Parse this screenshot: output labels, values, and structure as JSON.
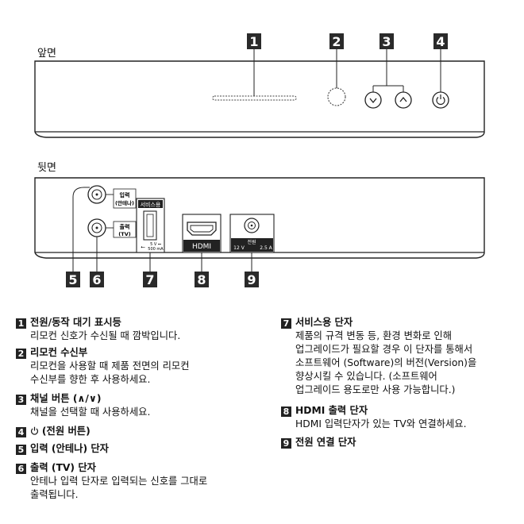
{
  "front_label": "앞면",
  "back_label": "뒷면",
  "callouts": [
    "1",
    "2",
    "3",
    "4",
    "5",
    "6",
    "7",
    "8",
    "9"
  ],
  "device_labels": {
    "input_main": "입력",
    "input_sub": "(안테나)",
    "output_main": "출력",
    "output_sub": "(TV)",
    "service": "서비스용",
    "usb_spec_line1": "5 V ⎓",
    "usb_spec_line2": "500 mA",
    "hdmi": "HDMI",
    "power_jack": "전원",
    "power_spec_left": "12 V",
    "power_spec_right": "2.5 A"
  },
  "legend": [
    {
      "num": "1",
      "title": "전원/동작 대기 표시등",
      "desc": [
        "리모컨 신호가 수신될 때 깜박입니다."
      ]
    },
    {
      "num": "2",
      "title": "리모컨 수신부",
      "desc": [
        "리모컨을 사용할 때 제품 전면의 리모컨",
        "수신부를 향한 후 사용하세요."
      ]
    },
    {
      "num": "3",
      "title": "채널 버튼 (∧/∨)",
      "desc": [
        "채널을 선택할 때 사용하세요."
      ]
    },
    {
      "num": "4",
      "title": "(전원 버튼)",
      "desc": []
    },
    {
      "num": "5",
      "title": "입력 (안테나) 단자",
      "desc": []
    },
    {
      "num": "6",
      "title": "출력 (TV) 단자",
      "desc": [
        "안테나 입력 단자로 입력되는 신호를 그대로",
        "출력됩니다."
      ]
    },
    {
      "num": "7",
      "title": "서비스용 단자",
      "desc": [
        "제품의 규격 변동 등, 환경 변화로 인해",
        "업그레이드가 필요할 경우 이 단자를 통해서",
        "소프트웨어 (Software)의 버전(Version)을",
        "향상시킬 수 있습니다. (소프트웨어",
        "업그레이드 용도로만 사용 가능합니다.)"
      ]
    },
    {
      "num": "8",
      "title": "HDMI 출력 단자",
      "desc": [
        "HDMI 입력단자가 있는 TV와 연결하세요."
      ]
    },
    {
      "num": "9",
      "title": "전원 연결 단자",
      "desc": []
    }
  ]
}
